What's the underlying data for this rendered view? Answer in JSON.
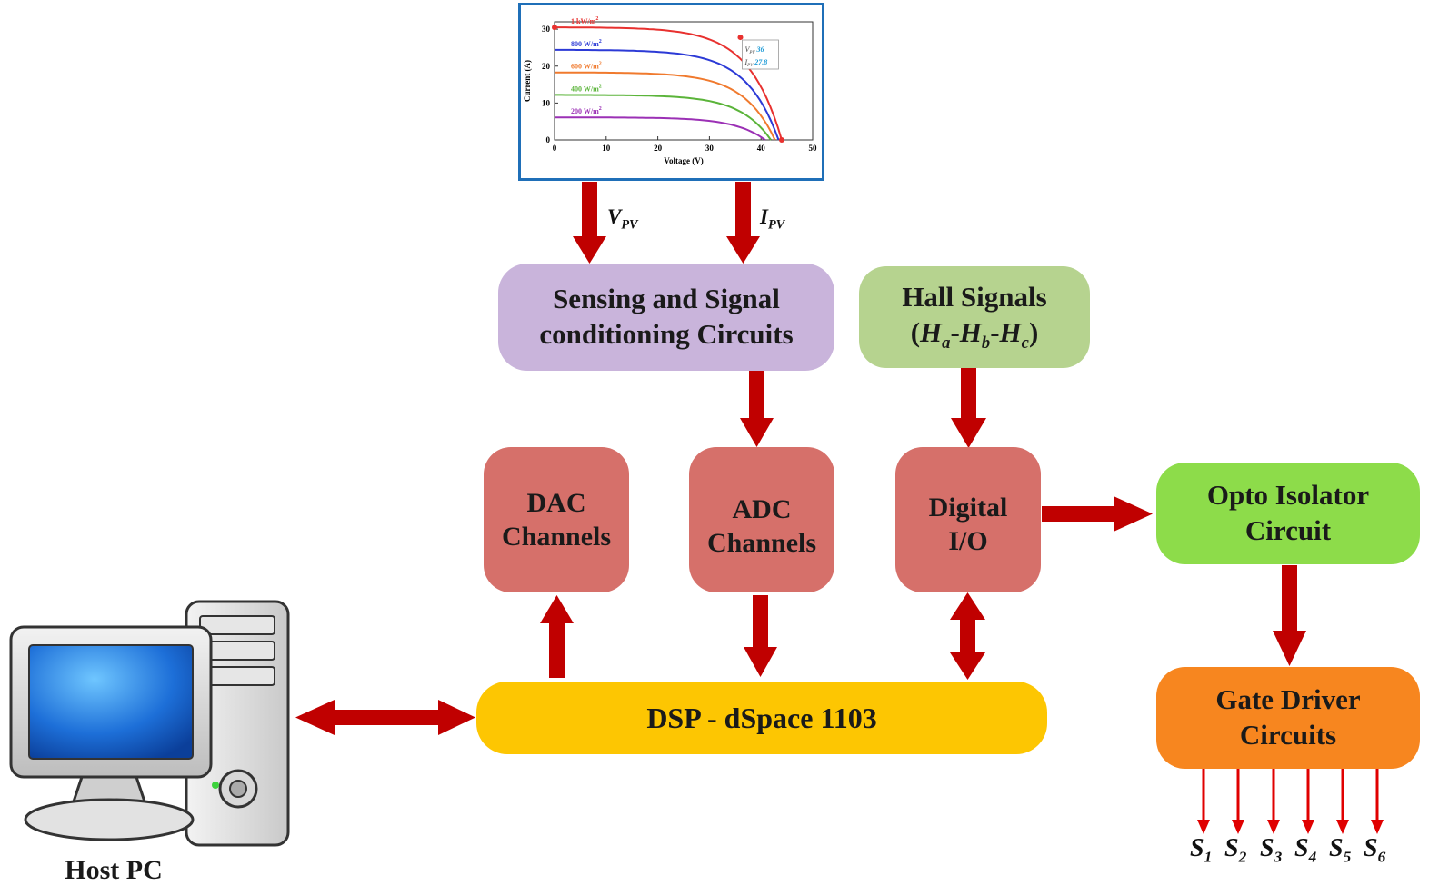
{
  "blocks": {
    "sensing": {
      "line1": "Sensing and Signal",
      "line2": "conditioning Circuits"
    },
    "hall": {
      "line1": "Hall Signals",
      "open": "(",
      "ha": "H",
      "ha_sub": "a",
      "hb": "H",
      "hb_sub": "b",
      "hc": "H",
      "hc_sub": "c",
      "close": ")"
    },
    "dac": {
      "line1": "DAC",
      "line2": "Channels"
    },
    "adc": {
      "line1": "ADC",
      "line2": "Channels"
    },
    "dio": {
      "line1": "Digital",
      "line2": "I/O"
    },
    "opto": {
      "line1": "Opto Isolator",
      "line2": "Circuit"
    },
    "gate": {
      "line1": "Gate Driver",
      "line2": "Circuits"
    },
    "dsp": {
      "label": "DSP - dSpace 1103"
    },
    "host": {
      "label": "Host PC"
    }
  },
  "signals": {
    "vpv": {
      "main": "V",
      "sub": "PV"
    },
    "ipv": {
      "main": "I",
      "sub": "PV"
    },
    "outputs": [
      {
        "main": "S",
        "sub": "1"
      },
      {
        "main": "S",
        "sub": "2"
      },
      {
        "main": "S",
        "sub": "3"
      },
      {
        "main": "S",
        "sub": "4"
      },
      {
        "main": "S",
        "sub": "5"
      },
      {
        "main": "S",
        "sub": "6"
      }
    ]
  },
  "colors": {
    "arrow": "#c00000",
    "sensing": "#c9b4db",
    "hall": "#b6d38f",
    "channel": "#d6706a",
    "opto": "#8ddc4a",
    "gate": "#f7861f",
    "dsp": "#fdc602",
    "plot_frame": "#1f6fb8"
  },
  "chart_data": {
    "type": "line",
    "xlabel": "Voltage (V)",
    "ylabel": "Current (A)",
    "xlim": [
      0,
      50
    ],
    "ylim": [
      0,
      32
    ],
    "xticks": [
      "0",
      "10",
      "20",
      "30",
      "40",
      "50"
    ],
    "yticks": [
      "0",
      "10",
      "20",
      "30"
    ],
    "series": [
      {
        "name": "1 kW/m",
        "sup": "2",
        "color": "#e8312f",
        "isc": 30.5,
        "voc": 44
      },
      {
        "name": "800 W/m",
        "sup": "2",
        "color": "#2c3ad6",
        "isc": 24.4,
        "voc": 43.4
      },
      {
        "name": "600 W/m",
        "sup": "2",
        "color": "#f07a2e",
        "isc": 18.3,
        "voc": 42.7
      },
      {
        "name": "400 W/m",
        "sup": "2",
        "color": "#5bb43a",
        "isc": 12.2,
        "voc": 41.9
      },
      {
        "name": "200 W/m",
        "sup": "2",
        "color": "#9b30b5",
        "isc": 6.1,
        "voc": 40.8
      }
    ],
    "annotation": {
      "v_label": "V",
      "v_sub": "PV",
      "v_value": "36",
      "i_label": "I",
      "i_sub": "PV",
      "i_value": "27.8"
    },
    "markers": [
      {
        "v": 0,
        "i": 30.5
      },
      {
        "v": 36,
        "i": 27.8
      },
      {
        "v": 44,
        "i": 0
      }
    ]
  }
}
